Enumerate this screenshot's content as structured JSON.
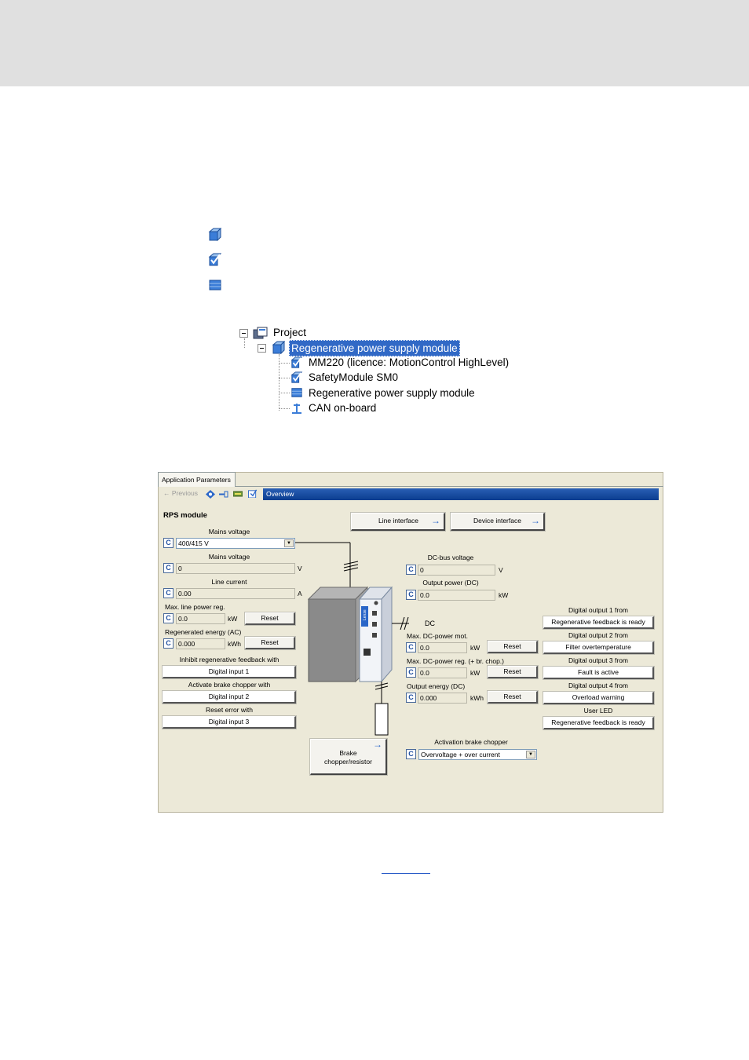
{
  "tree": {
    "root": "Project",
    "module": "Regenerative power supply module",
    "children": [
      "MM220 (licence: MotionControl HighLevel)",
      "SafetyModule SM0",
      "Regenerative power supply module",
      "CAN on-board"
    ]
  },
  "app": {
    "tab": "Application Parameters",
    "previous": "Previous",
    "overview": "Overview",
    "section_title": "RPS module",
    "buttons": {
      "line_interface": "Line interface",
      "device_interface": "Device interface",
      "brake_line1": "Brake",
      "brake_line2": "chopper/resistor",
      "reset": "Reset"
    },
    "left": {
      "mains_voltage_label1": "Mains voltage",
      "mains_voltage_value1": "400/415 V",
      "mains_voltage_label2": "Mains voltage",
      "mains_voltage_value2": "0",
      "mains_voltage_unit": "V",
      "line_current_label": "Line current",
      "line_current_value": "0.00",
      "line_current_unit": "A",
      "max_line_power_label": "Max. line power reg.",
      "max_line_power_value": "0.0",
      "max_line_power_unit": "kW",
      "regen_energy_label": "Regenerated energy (AC)",
      "regen_energy_value": "0.000",
      "regen_energy_unit": "kWh",
      "inhibit_label": "Inhibit regenerative feedback with",
      "inhibit_value": "Digital input 1",
      "brake_label": "Activate brake chopper with",
      "brake_value": "Digital input 2",
      "reset_label": "Reset error with",
      "reset_value": "Digital input 3"
    },
    "middle": {
      "dc_bus_label": "DC-bus voltage",
      "dc_bus_value": "0",
      "dc_bus_unit": "V",
      "output_power_label": "Output power (DC)",
      "output_power_value": "0.0",
      "output_power_unit": "kW",
      "dc_text": "DC",
      "max_dc_mot_label": "Max. DC-power mot.",
      "max_dc_mot_value": "0.0",
      "max_dc_mot_unit": "kW",
      "max_dc_reg_label": "Max. DC-power reg. (+ br. chop.)",
      "max_dc_reg_value": "0.0",
      "max_dc_reg_unit": "kW",
      "output_energy_label": "Output energy (DC)",
      "output_energy_value": "0.000",
      "output_energy_unit": "kWh",
      "activation_label": "Activation brake chopper",
      "activation_value": "Overvoltage + over current",
      "device_brand": "Lenze"
    },
    "right": {
      "do1_label": "Digital output 1 from",
      "do1_value": "Regenerative feedback is ready",
      "do2_label": "Digital output 2 from",
      "do2_value": "Filter overtemperature",
      "do3_label": "Digital output 3 from",
      "do3_value": "Fault is active",
      "do4_label": "Digital output 4 from",
      "do4_value": "Overload warning",
      "led_label": "User LED",
      "led_value": "Regenerative feedback is ready"
    },
    "c_label": "C"
  },
  "colors": {
    "header_band": "#e0e0e0",
    "selection": "#3169c6",
    "window_bg": "#ece9d8",
    "title_bar": "#0a3d8f",
    "icon_blue": "#3b7dd8"
  }
}
